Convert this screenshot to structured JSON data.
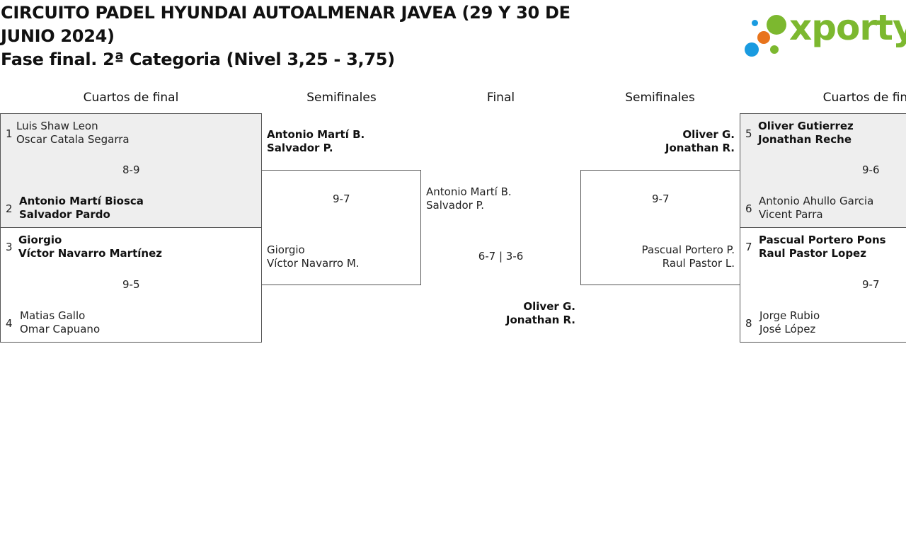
{
  "header": {
    "title_line1": "CIRCUITO PADEL HYUNDAI AUTOALMENAR JAVEA (29 Y 30 DE",
    "title_line2": "JUNIO 2024)",
    "subtitle": "Fase final. 2ª Categoria (Nivel 3,25 - 3,75)"
  },
  "logo": {
    "text": "xporty",
    "colors": {
      "green": "#7cb82f",
      "blue": "#1a9be0",
      "orange": "#e8741c"
    }
  },
  "rounds": {
    "left_qf": "Cuartos de final",
    "left_sf": "Semifinales",
    "final": "Final",
    "right_sf": "Semifinales",
    "right_qf": "Cuartos de final"
  },
  "left_qf": [
    {
      "seed_a": "1",
      "a1": "Luis Shaw Leon",
      "a2": "Oscar Catala Segarra",
      "score": "8-9",
      "seed_b": "2",
      "b1": "Antonio Martí Biosca",
      "b2": "Salvador Pardo"
    },
    {
      "seed_a": "3",
      "a1": "Giorgio",
      "a2": "Víctor Navarro Martínez",
      "score": "9-5",
      "seed_b": "4",
      "b1": "Matias Gallo",
      "b2": "Omar Capuano"
    }
  ],
  "right_qf": [
    {
      "seed_a": "5",
      "a1": "Oliver Gutierrez",
      "a2": "Jonathan Reche",
      "score": "9-6",
      "seed_b": "6",
      "b1": "Antonio Ahullo Garcia",
      "b2": "Vicent Parra"
    },
    {
      "seed_a": "7",
      "a1": "Pascual Portero Pons",
      "a2": "Raul Pastor Lopez",
      "score": "9-7",
      "seed_b": "8",
      "b1": "Jorge Rubio",
      "b2": "José López"
    }
  ],
  "left_sf": {
    "a1": "Antonio Martí B.",
    "a2": "Salvador P.",
    "score": "9-7",
    "b1": "Giorgio",
    "b2": "Víctor Navarro M."
  },
  "right_sf": {
    "a1": "Oliver G.",
    "a2": "Jonathan R.",
    "score": "9-7",
    "b1": "Pascual Portero P.",
    "b2": "Raul Pastor L."
  },
  "final": {
    "a1": "Antonio Martí B.",
    "a2": "Salvador P.",
    "score": "6-7 | 3-6",
    "w1": "Oliver G.",
    "w2": "Jonathan R."
  }
}
